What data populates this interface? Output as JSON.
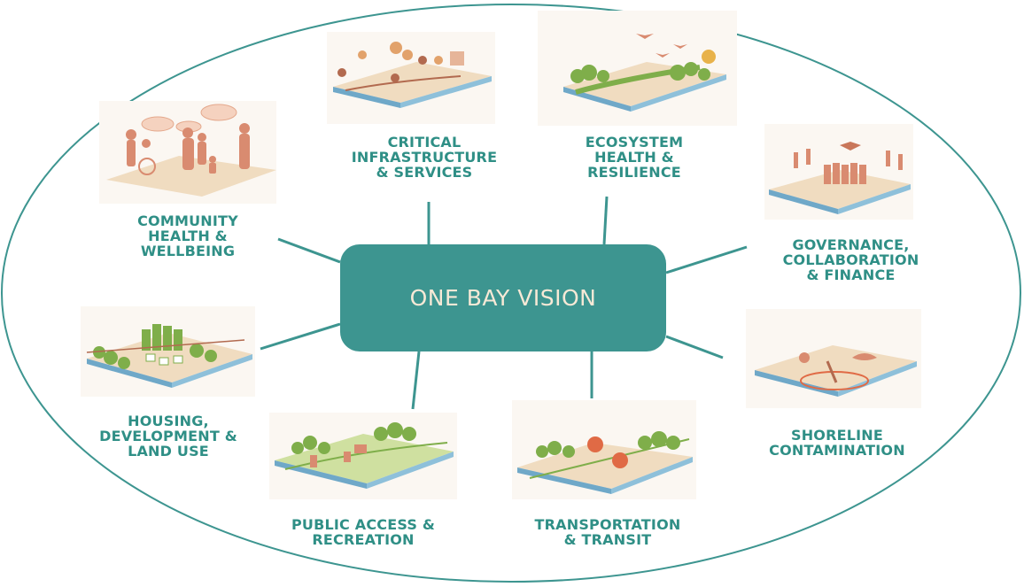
{
  "center": {
    "label": "ONE BAY VISION"
  },
  "topics": [
    {
      "id": "community",
      "label": "COMMUNITY\nHEALTH &\nWELLBEING"
    },
    {
      "id": "infrastructure",
      "label": "CRITICAL\nINFRASTRUCTURE\n& SERVICES"
    },
    {
      "id": "ecosystem",
      "label": "ECOSYSTEM\nHEALTH &\nRESILIENCE"
    },
    {
      "id": "governance",
      "label": "GOVERNANCE,\nCOLLABORATION\n& FINANCE"
    },
    {
      "id": "housing",
      "label": "HOUSING,\nDEVELOPMENT &\nLAND USE"
    },
    {
      "id": "public-access",
      "label": "PUBLIC ACCESS &\nRECREATION"
    },
    {
      "id": "transportation",
      "label": "TRANSPORTATION\n& TRANSIT"
    },
    {
      "id": "shoreline",
      "label": "SHORELINE\nCONTAMINATION"
    }
  ],
  "colors": {
    "teal": "#3d9590",
    "label_teal": "#2f8f86",
    "center_text": "#f7e9d6",
    "salmon": "#d98b70",
    "ground": "#f0dcc0",
    "water": "#6fa8c8",
    "tree_green": "#7fae4a"
  }
}
